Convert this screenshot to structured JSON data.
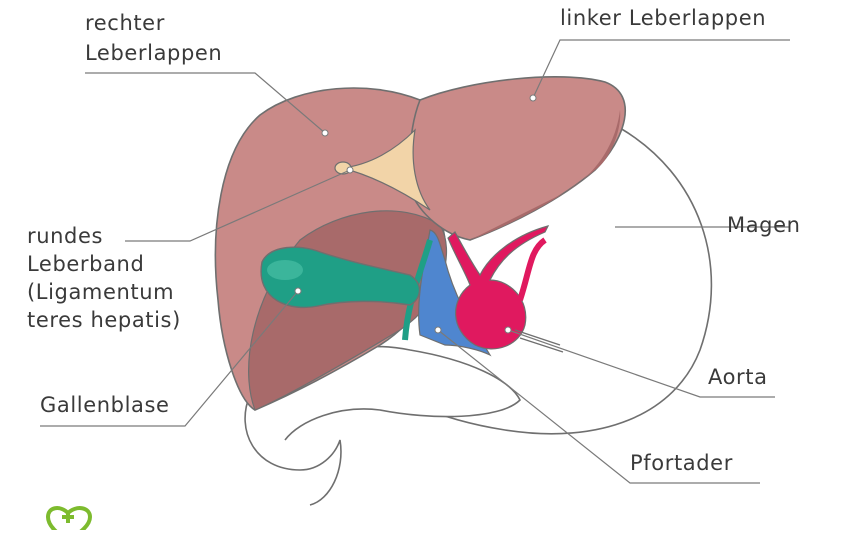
{
  "labels": {
    "right_lobe": [
      "rechter",
      "Leberlappen"
    ],
    "left_lobe": "linker Leberlappen",
    "round_ligament": [
      "rundes",
      "Leberband",
      "(Ligamentum",
      "teres hepatis)"
    ],
    "gallbladder": "Gallenblase",
    "stomach": "Magen",
    "aorta": "Aorta",
    "portal_vein": "Pfortader"
  },
  "colors": {
    "liver": "#c98a88",
    "liver_dark": "#a86a6a",
    "ligament": "#f2d4a8",
    "gallbladder": "#1f9f86",
    "portal_vein": "#4f86cf",
    "aorta": "#e0195f",
    "line": "#7a7a7a",
    "logo": "#7dbb2e"
  },
  "logo": {
    "icon": "health-cross-heart-logo"
  }
}
